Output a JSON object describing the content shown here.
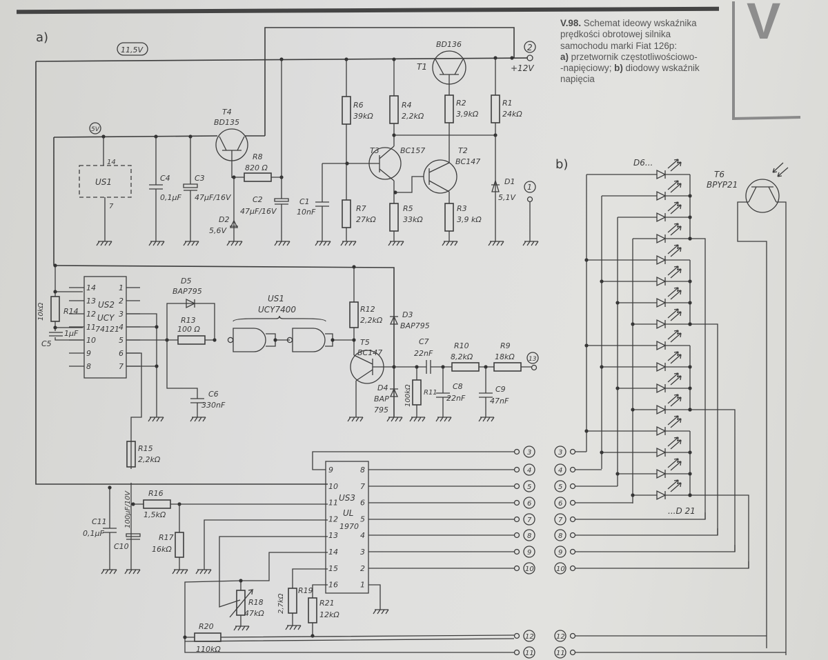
{
  "caption": {
    "figure": "V.98.",
    "line1": "Schemat ideowy wskaźnika",
    "line2": "prędkości obrotowej silnika",
    "line3": "samochodu marki Fiat 126p:",
    "a_label": "a)",
    "a_text": "przetwornik częstotliwościowo-",
    "a_text2": "-napięciowy;",
    "b_label": "b)",
    "b_text": "diodowy wskaźnik",
    "b_text2": "napięcia"
  },
  "chapter_letter": "V",
  "part_a": {
    "label": "a)",
    "rail_11v": "11,5V",
    "rail_5v": "5V",
    "supply": "+12V",
    "components": {
      "T1": {
        "name": "T1",
        "type": "BD136"
      },
      "T2": {
        "name": "T2",
        "type": "BC147"
      },
      "T3": {
        "name": "T3",
        "type": "BC157"
      },
      "T4": {
        "name": "T4",
        "type": "BD135"
      },
      "T5": {
        "name": "T5",
        "type": "BC147"
      },
      "R1": {
        "name": "R1",
        "value": "24kΩ"
      },
      "R2": {
        "name": "R2",
        "value": "3,9kΩ"
      },
      "R3": {
        "name": "R3",
        "value": "3,9 kΩ"
      },
      "R4": {
        "name": "R4",
        "value": "2,2kΩ"
      },
      "R5": {
        "name": "R5",
        "value": "33kΩ"
      },
      "R6": {
        "name": "R6",
        "value": "39kΩ"
      },
      "R7": {
        "name": "R7",
        "value": "27kΩ"
      },
      "R8": {
        "name": "R8",
        "value": "820 Ω"
      },
      "R9": {
        "name": "R9",
        "value": "18kΩ"
      },
      "R10": {
        "name": "R10",
        "value": "8,2kΩ"
      },
      "R11": {
        "name": "R11",
        "value": "100kΩ"
      },
      "R12": {
        "name": "R12",
        "value": "2,2kΩ"
      },
      "R13": {
        "name": "R13",
        "value": "100 Ω"
      },
      "R14": {
        "name": "R14",
        "value": "10kΩ"
      },
      "R15": {
        "name": "R15",
        "value": "2,2kΩ"
      },
      "R16": {
        "name": "R16",
        "value": "1,5kΩ"
      },
      "R17": {
        "name": "R17",
        "value": "16kΩ"
      },
      "R18": {
        "name": "R18",
        "value": "47kΩ"
      },
      "R19": {
        "name": "R19",
        "value": "2,7kΩ"
      },
      "R20": {
        "name": "R20",
        "value": "110kΩ"
      },
      "R21": {
        "name": "R21",
        "value": "12kΩ"
      },
      "C1": {
        "name": "C1",
        "value": "10nF"
      },
      "C2": {
        "name": "C2",
        "value": "47µF/16V"
      },
      "C3": {
        "name": "C3",
        "value": "47µF/16V"
      },
      "C4": {
        "name": "C4",
        "value": "0,1µF"
      },
      "C5": {
        "name": "C5",
        "value": "1µF"
      },
      "C6": {
        "name": "C6",
        "value": "330nF"
      },
      "C7": {
        "name": "C7",
        "value": "22nF"
      },
      "C8": {
        "name": "C8",
        "value": "22nF"
      },
      "C9": {
        "name": "C9",
        "value": "47nF"
      },
      "C10": {
        "name": "C10",
        "value": "100µF/10V"
      },
      "C11": {
        "name": "C11",
        "value": "0,1µF"
      },
      "D1": {
        "name": "D1",
        "value": "5,1V"
      },
      "D2": {
        "name": "D2",
        "value": "5,6V"
      },
      "D3": {
        "name": "D3",
        "type": "BAP795"
      },
      "D4": {
        "name": "D4",
        "type": "BAP",
        "type2": "795"
      },
      "D5": {
        "name": "D5",
        "type": "BAP795"
      },
      "US1_box": {
        "name": "US1",
        "pin_top": "14",
        "pin_bottom": "7"
      },
      "US1_gates": {
        "name": "US1",
        "type": "UCY7400"
      },
      "US2": {
        "name": "US2",
        "type1": "UCY",
        "type2": "74121",
        "pins_left": [
          "14",
          "13",
          "12",
          "11",
          "10",
          "9",
          "8"
        ],
        "pins_right": [
          "1",
          "2",
          "3",
          "4",
          "5",
          "6",
          "7"
        ]
      },
      "US3": {
        "name": "US3",
        "type1": "UL",
        "type2": "1970",
        "pins_left": [
          "9",
          "10",
          "11",
          "12",
          "13",
          "14",
          "15",
          "16"
        ],
        "pins_right": [
          "8",
          "7",
          "6",
          "5",
          "4",
          "3",
          "2",
          "1"
        ]
      }
    },
    "terminals": [
      "1",
      "2",
      "3",
      "4",
      "5",
      "6",
      "7",
      "8",
      "9",
      "10",
      "11",
      "12",
      "13"
    ]
  },
  "part_b": {
    "label": "b)",
    "led_first": "D6...",
    "led_last": "...D 21",
    "T6": {
      "name": "T6",
      "type": "BPYP21"
    },
    "terminals": [
      "3",
      "4",
      "5",
      "6",
      "7",
      "8",
      "9",
      "10",
      "12",
      "11"
    ]
  }
}
